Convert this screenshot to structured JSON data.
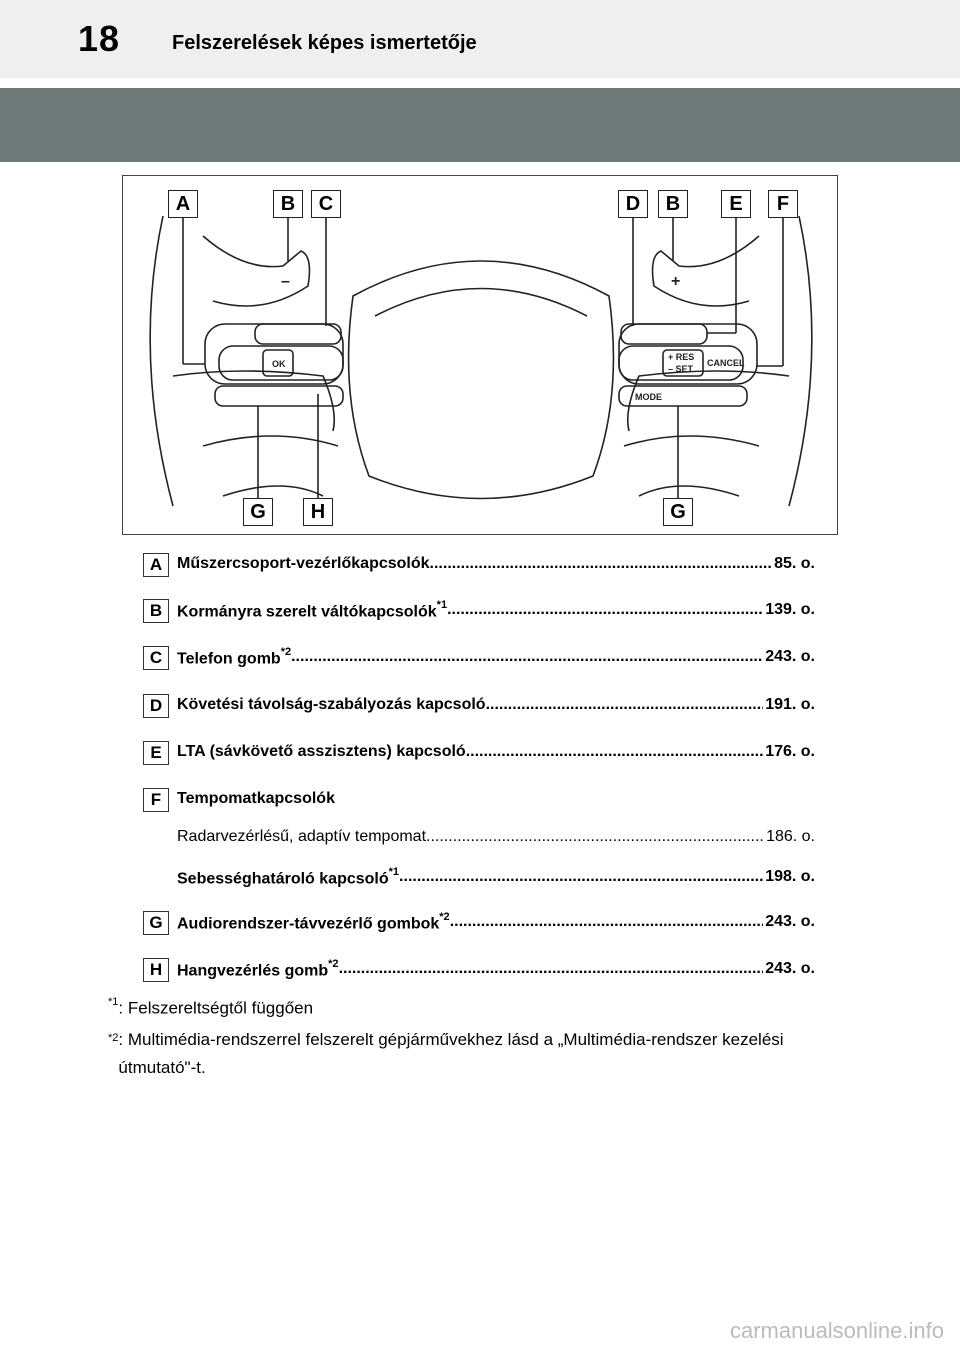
{
  "header": {
    "page_number": "18",
    "section_title": "Felszerelések képes ismertetője"
  },
  "figure": {
    "callouts_top": [
      "A",
      "B",
      "C",
      "D",
      "B",
      "E",
      "F"
    ],
    "callouts_bottom": [
      "G",
      "H",
      "G"
    ],
    "left_paddle_sign": "–",
    "right_paddle_sign": "+",
    "button_labels": {
      "ok": "OK",
      "mode": "MODE",
      "cancel": "CANCEL",
      "res": "+ RES",
      "set": "– SET"
    }
  },
  "items": [
    {
      "letter": "A",
      "label": "Műszercsoport-vezérlőkapcsolók",
      "sup": "",
      "ref": "85. o."
    },
    {
      "letter": "B",
      "label": "Kormányra szerelt váltókapcsolók",
      "sup": "*1",
      "ref": "139. o."
    },
    {
      "letter": "C",
      "label": "Telefon gomb",
      "sup": "*2",
      "ref": "243. o."
    },
    {
      "letter": "D",
      "label": "Követési távolság-szabályozás kapcsoló",
      "sup": "",
      "ref": "191. o."
    },
    {
      "letter": "E",
      "label": "LTA (sávkövető asszisztens) kapcsoló",
      "sup": "",
      "ref": "176. o."
    },
    {
      "letter": "F",
      "label": "Tempomatkapcsolók",
      "sup": "",
      "ref": ""
    },
    {
      "letter": "",
      "label": "Radarvezérlésű, adaptív tempomat",
      "sup": "",
      "ref": "186. o."
    },
    {
      "letter": "",
      "label": "Sebességhatároló kapcsoló",
      "sup": "*1",
      "ref": "198. o."
    },
    {
      "letter": "G",
      "label": "Audiorendszer-távvezérlő gombok",
      "sup": "*2",
      "ref": "243. o."
    },
    {
      "letter": "H",
      "label": "Hangvezérlés gomb",
      "sup": "*2",
      "ref": "243. o."
    }
  ],
  "footnotes": [
    {
      "mark": "*1",
      "text": ": Felszereltségtől függően"
    },
    {
      "mark": "*2",
      "text": ": Multimédia-rendszerrel felszerelt gépjárművekhez lásd a „Multimédia-rendszer kezelési útmutató\"-t."
    }
  ],
  "watermark": "carmanualsonline.info"
}
